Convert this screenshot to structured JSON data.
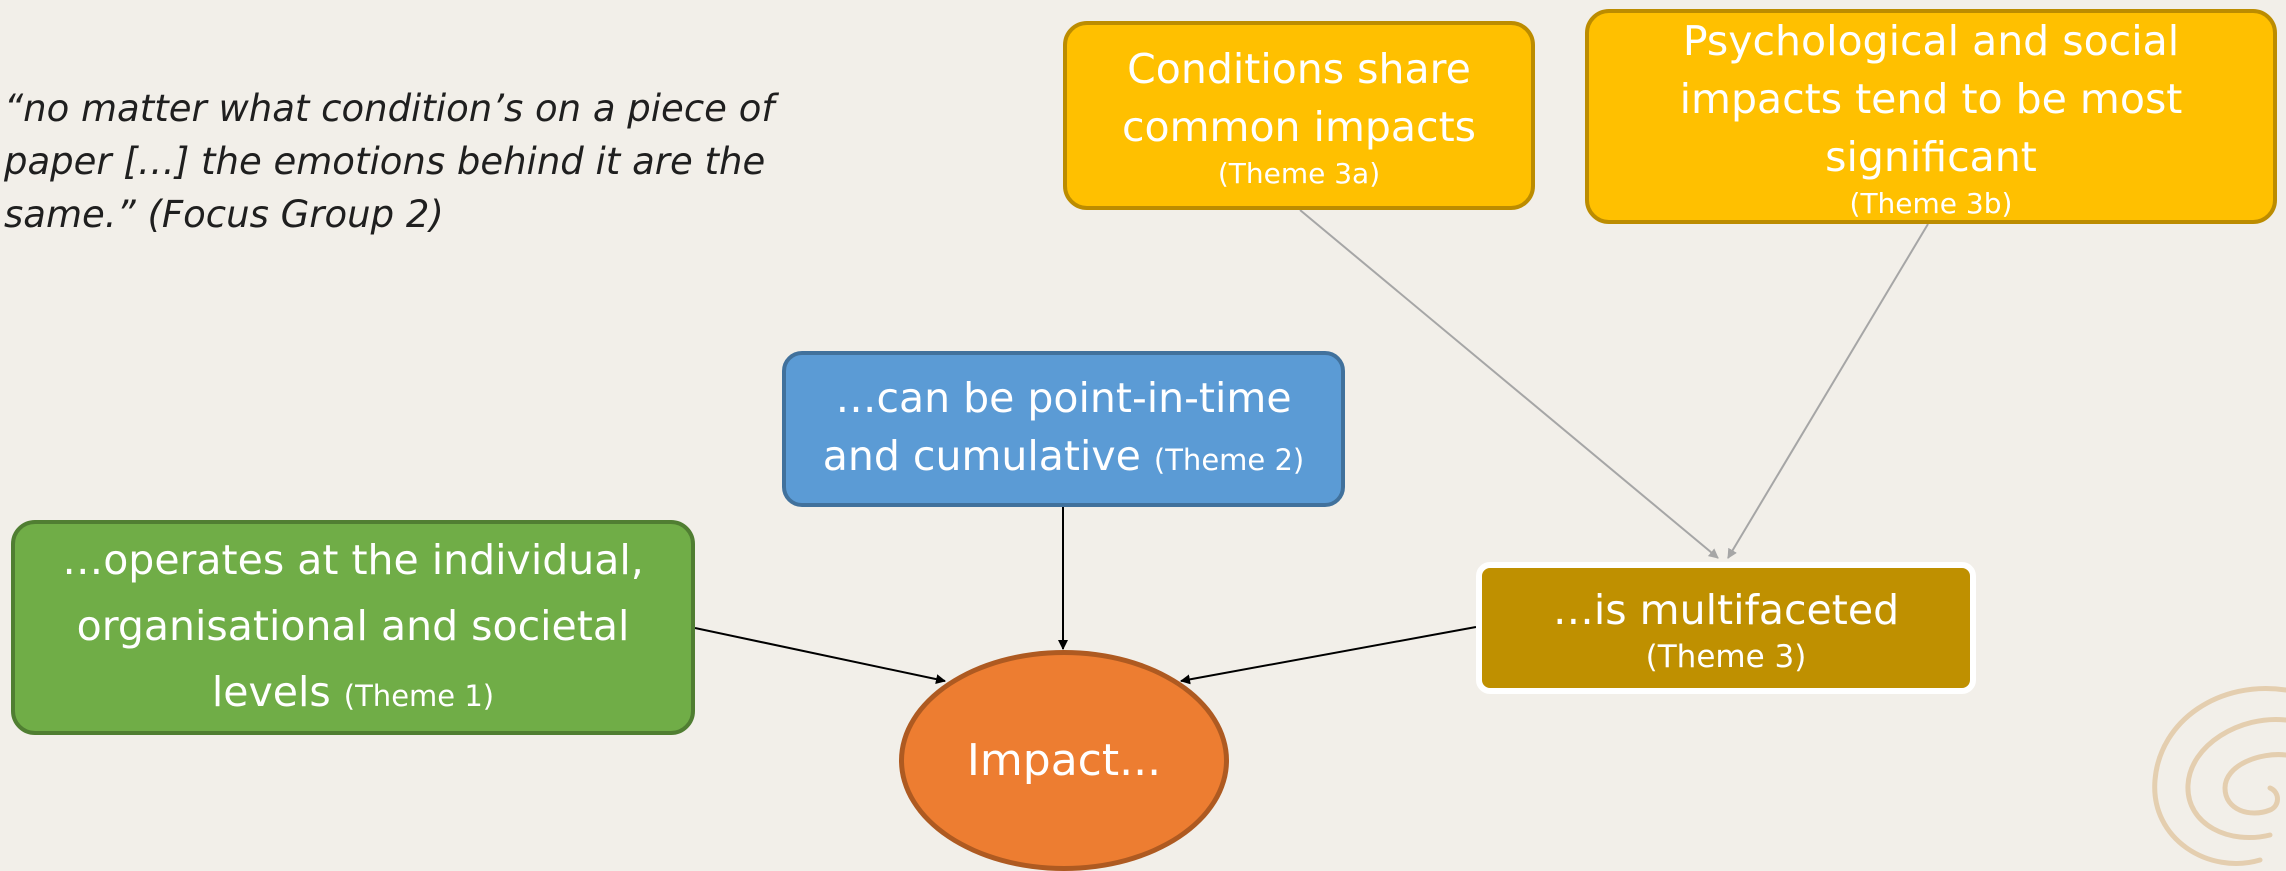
{
  "quote": {
    "text": "“no matter what condition’s on a piece of paper […] the emotions behind it are the same.” (Focus Group 2)"
  },
  "nodes": {
    "theme3a": {
      "main": "Conditions share common impacts",
      "theme": "(Theme 3a)"
    },
    "theme3b": {
      "main": "Psychological and social impacts tend to be most significant",
      "theme": "(Theme 3b)"
    },
    "theme2": {
      "main": "…can be point-in-time and cumulative",
      "theme": "(Theme 2)"
    },
    "theme1": {
      "main": "…operates at the individual, organisational and societal levels",
      "theme": "(Theme 1)"
    },
    "theme3": {
      "main": "…is multifaceted",
      "theme": "(Theme 3)"
    },
    "impact": {
      "main": "Impact..."
    }
  },
  "colors": {
    "background": "#f2efe9",
    "theme3_sub_fill": "#ffc000",
    "theme2_fill": "#5b9bd5",
    "theme1_fill": "#70ad47",
    "theme3_fill": "#bf9000",
    "impact_fill": "#ed7d31",
    "sub_arrow": "#a6a6a6",
    "main_arrow": "#000000"
  },
  "edges": [
    {
      "from": "theme3a",
      "to": "theme3"
    },
    {
      "from": "theme3b",
      "to": "theme3"
    },
    {
      "from": "theme2",
      "to": "impact"
    },
    {
      "from": "theme1",
      "to": "impact"
    },
    {
      "from": "theme3",
      "to": "impact"
    }
  ],
  "decoration": {
    "corner_swirl": "spiral-ornament-icon"
  }
}
